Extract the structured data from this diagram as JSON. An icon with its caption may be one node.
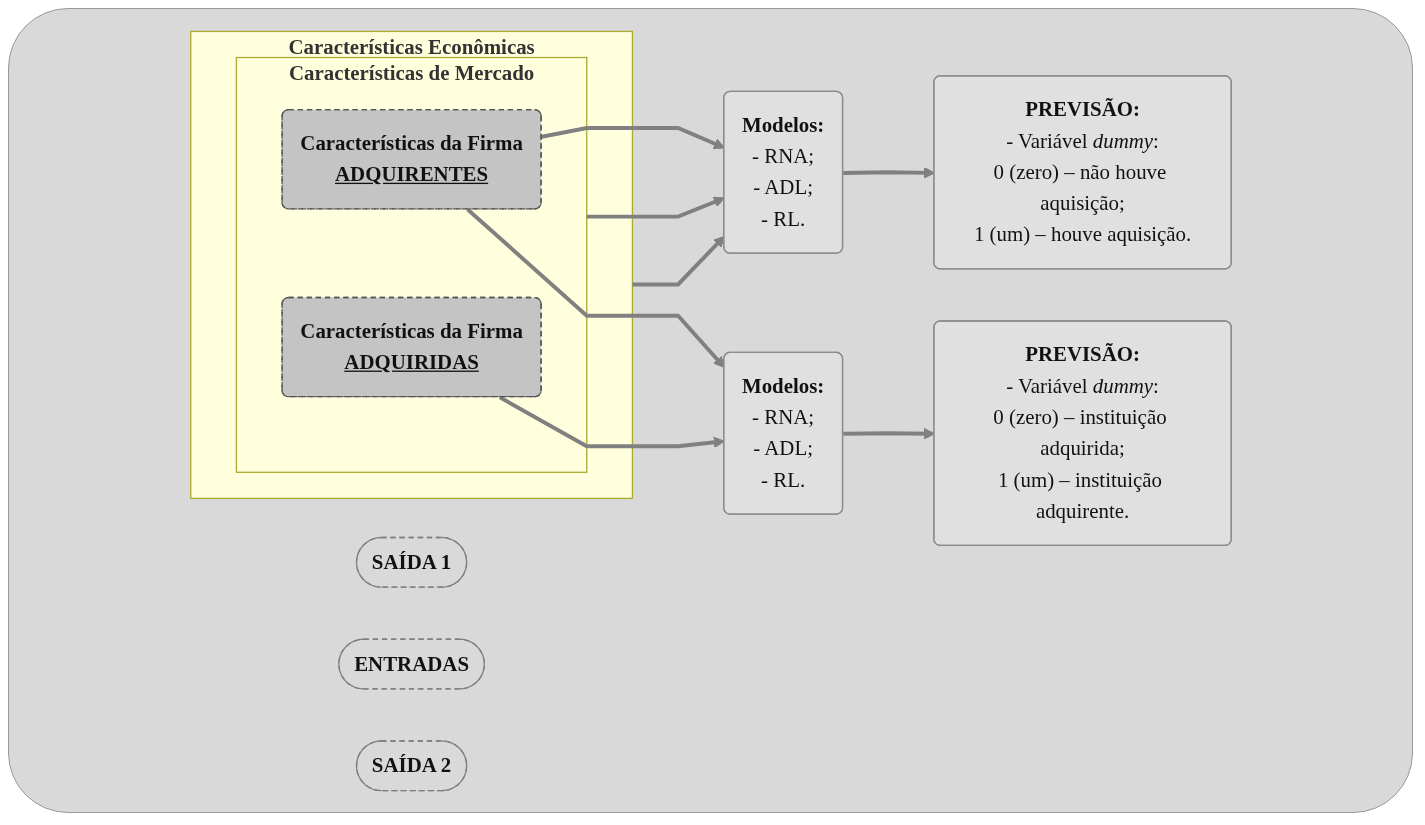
{
  "diagram": {
    "nodes": [
      {
        "text": [
          "SAÍDA 1"
        ]
      },
      {
        "text": [
          "ENTRADAS"
        ]
      },
      {
        "text": [
          "SAÍDA 2"
        ]
      },
      {
        "text": [
          "Características Econômicas"
        ]
      },
      {
        "text": [
          "Características de Mercado"
        ],
        "in": 3
      },
      {
        "text": [
          "Características da Firma",
          "ADQUIRENTES"
        ],
        "in": 4
      },
      {
        "text": [
          "Características da Firma",
          "ADQUIRIDAS"
        ],
        "in": 4
      },
      {
        "text": [
          "PREVISÃO:",
          "- Variável *dummy*:",
          "0 (zero) – não houve aquisição;",
          "1 (um) – houve aquisição."
        ]
      },
      {
        "text": [
          "Modelos:",
          "- RNA;",
          "- ADL;",
          "- RL."
        ]
      },
      {
        "text": [
          "Modelos:",
          "- RNA;",
          "- ADL;",
          "- RL."
        ]
      },
      {
        "text": [
          "PREVISÃO:",
          "- Variável *dummy*:",
          "0 (zero) – instituição adquirida;",
          "1 (um) – instituição adquirente."
        ]
      }
    ],
    "edges": [
      {
        "from": 5,
        "to": 8,
        "arrow": "to"
      },
      {
        "from": 5,
        "to": 9,
        "arrow": "to"
      },
      {
        "from": 6,
        "to": 9,
        "arrow": "to"
      },
      {
        "from": 4,
        "to": 8,
        "arrow": "to"
      },
      {
        "from": 3,
        "to": 8,
        "arrow": "to"
      },
      {
        "from": 8,
        "to": 7,
        "arrow": "to"
      },
      {
        "from": 9,
        "to": 10,
        "arrow": "to"
      }
    ]
  }
}
